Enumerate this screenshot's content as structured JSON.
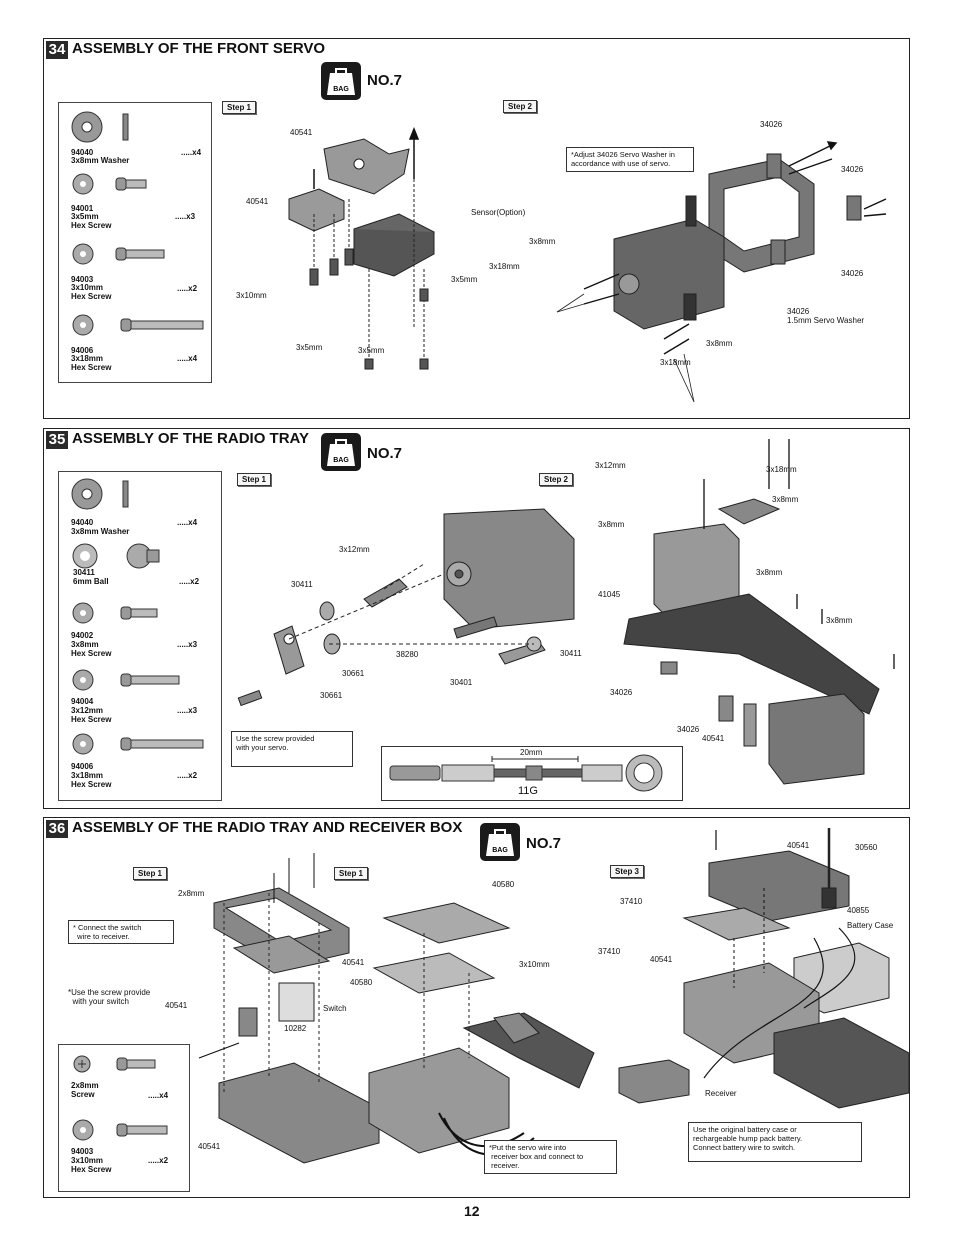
{
  "page_number": "12",
  "bag_icon_text": "BAG",
  "s34": {
    "num": "34",
    "title": "ASSEMBLY OF THE FRONT SERVO",
    "bag_no": "NO.7",
    "step1": "Step 1",
    "step2": "Step 2",
    "parts": [
      {
        "code": "94040",
        "name": "3x8mm Washer",
        "qty": ".....x4"
      },
      {
        "code": "94001",
        "name": "3x5mm\nHex Screw",
        "qty": ".....x3"
      },
      {
        "code": "94003",
        "name": "3x10mm\nHex Screw",
        "qty": ".....x2"
      },
      {
        "code": "94006",
        "name": "3x18mm\nHex Screw",
        "qty": ".....x4"
      }
    ],
    "labels": {
      "p40541a": "40541",
      "p40541b": "40541",
      "sensor": "Sensor(Option)",
      "s3x10": "3x10mm",
      "s3x5a": "3x5mm",
      "s3x5b": "3x5mm",
      "s3x5c": "3x5mm",
      "s3x8a": "3x8mm",
      "s3x18a": "3x18mm",
      "s3x8b": "3x8mm",
      "s3x18b": "3x18mm",
      "p34026a": "34026",
      "p34026b": "34026",
      "p34026c": "34026",
      "p34026d": "34026",
      "washer": "1.5mm Servo Washer"
    },
    "note": "*Adjust 34026 Servo Washer in\naccordance with use of servo."
  },
  "s35": {
    "num": "35",
    "title": "ASSEMBLY OF THE RADIO TRAY",
    "bag_no": "NO.7",
    "step1": "Step 1",
    "step2": "Step 2",
    "parts": [
      {
        "code": "94040",
        "name": "3x8mm Washer",
        "qty": ".....x4"
      },
      {
        "code": "30411",
        "name": "6mm Ball",
        "qty": ".....x2"
      },
      {
        "code": "94002",
        "name": "3x8mm\nHex Screw",
        "qty": ".....x3"
      },
      {
        "code": "94004",
        "name": "3x12mm\nHex Screw",
        "qty": ".....x3"
      },
      {
        "code": "94006",
        "name": "3x18mm\nHex Screw",
        "qty": ".....x2"
      }
    ],
    "labels": {
      "s3x12a": "3x12mm",
      "p30411a": "30411",
      "p38280": "38280",
      "p30401": "30401",
      "p30661a": "30661",
      "p30661b": "30661",
      "p30411b": "30411",
      "s3x12b": "3x12mm",
      "s3x18": "3x18mm",
      "s3x8a": "3x8mm",
      "s3x8b": "3x8mm",
      "p41045": "41045",
      "s3x8c": "3x8mm",
      "s3x8d": "3x8mm",
      "p34026a": "34026",
      "p34026b": "34026",
      "p40541": "40541",
      "dim": "20mm",
      "code11g": "11G"
    },
    "note": "Use the screw provided\nwith your servo."
  },
  "s36": {
    "num": "36",
    "title": "ASSEMBLY OF THE RADIO TRAY AND RECEIVER BOX",
    "bag_no": "NO.7",
    "step1a": "Step 1",
    "step1b": "Step 1",
    "step3": "Step 3",
    "parts": [
      {
        "code": "",
        "name": "2x8mm\nScrew",
        "qty": ".....x4"
      },
      {
        "code": "94003",
        "name": "3x10mm\nHex Screw",
        "qty": ".....x2"
      }
    ],
    "labels": {
      "s2x8": "2x8mm",
      "p40541a": "40541",
      "p40541b": "40541",
      "p40541c": "40541",
      "switch": "Switch",
      "p10282": "10282",
      "p40580a": "40580",
      "p40580b": "40580",
      "s3x10": "3x10mm",
      "p37410a": "37410",
      "p37410b": "37410",
      "p40541d": "40541",
      "p40541e": "40541",
      "p30560": "30560",
      "p40855": "40855",
      "battery_case": "Battery Case",
      "receiver": "Receiver"
    },
    "notes": {
      "connect_switch": "* Connect the switch\n  wire to receiver.",
      "screw_switch": "*Use the screw provide\n  with your switch",
      "servo_wire": "*Put the servo wire into\n receiver box and connect to\n receiver.",
      "battery": "Use the original battery case or\nrechargeable hump pack battery.\nConnect battery wire to switch."
    }
  }
}
